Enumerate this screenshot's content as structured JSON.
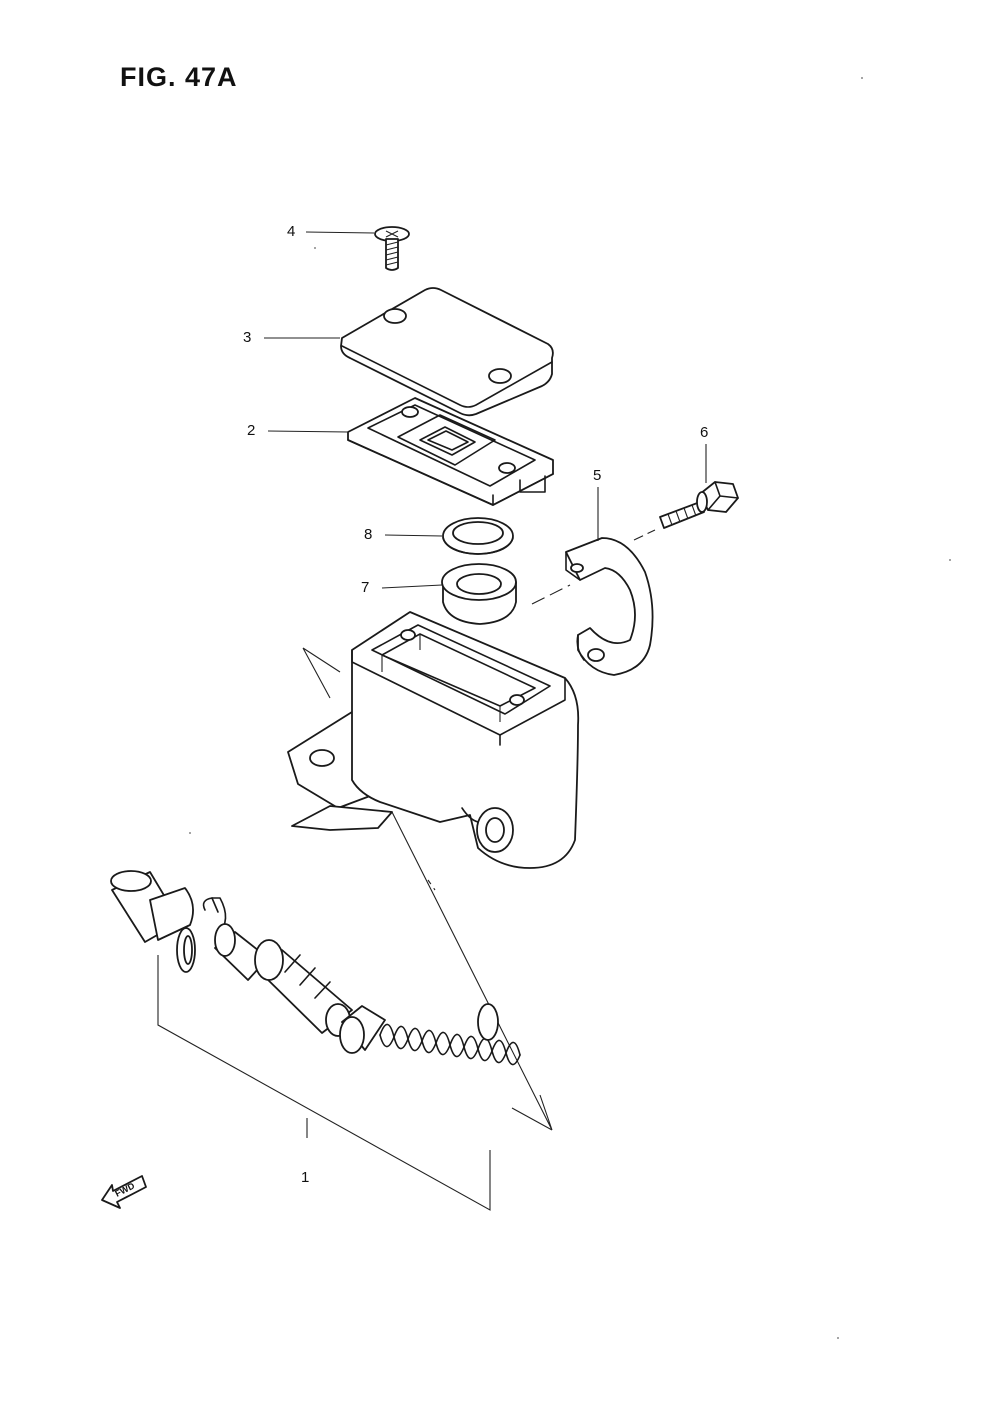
{
  "figure": {
    "title": "FIG. 47A"
  },
  "callouts": [
    {
      "id": "1",
      "label": "1"
    },
    {
      "id": "2",
      "label": "2"
    },
    {
      "id": "3",
      "label": "3"
    },
    {
      "id": "4",
      "label": "4"
    },
    {
      "id": "5",
      "label": "5"
    },
    {
      "id": "6",
      "label": "6"
    },
    {
      "id": "7",
      "label": "7"
    },
    {
      "id": "8",
      "label": "8"
    }
  ],
  "direction_indicator": {
    "label": "FWD"
  }
}
